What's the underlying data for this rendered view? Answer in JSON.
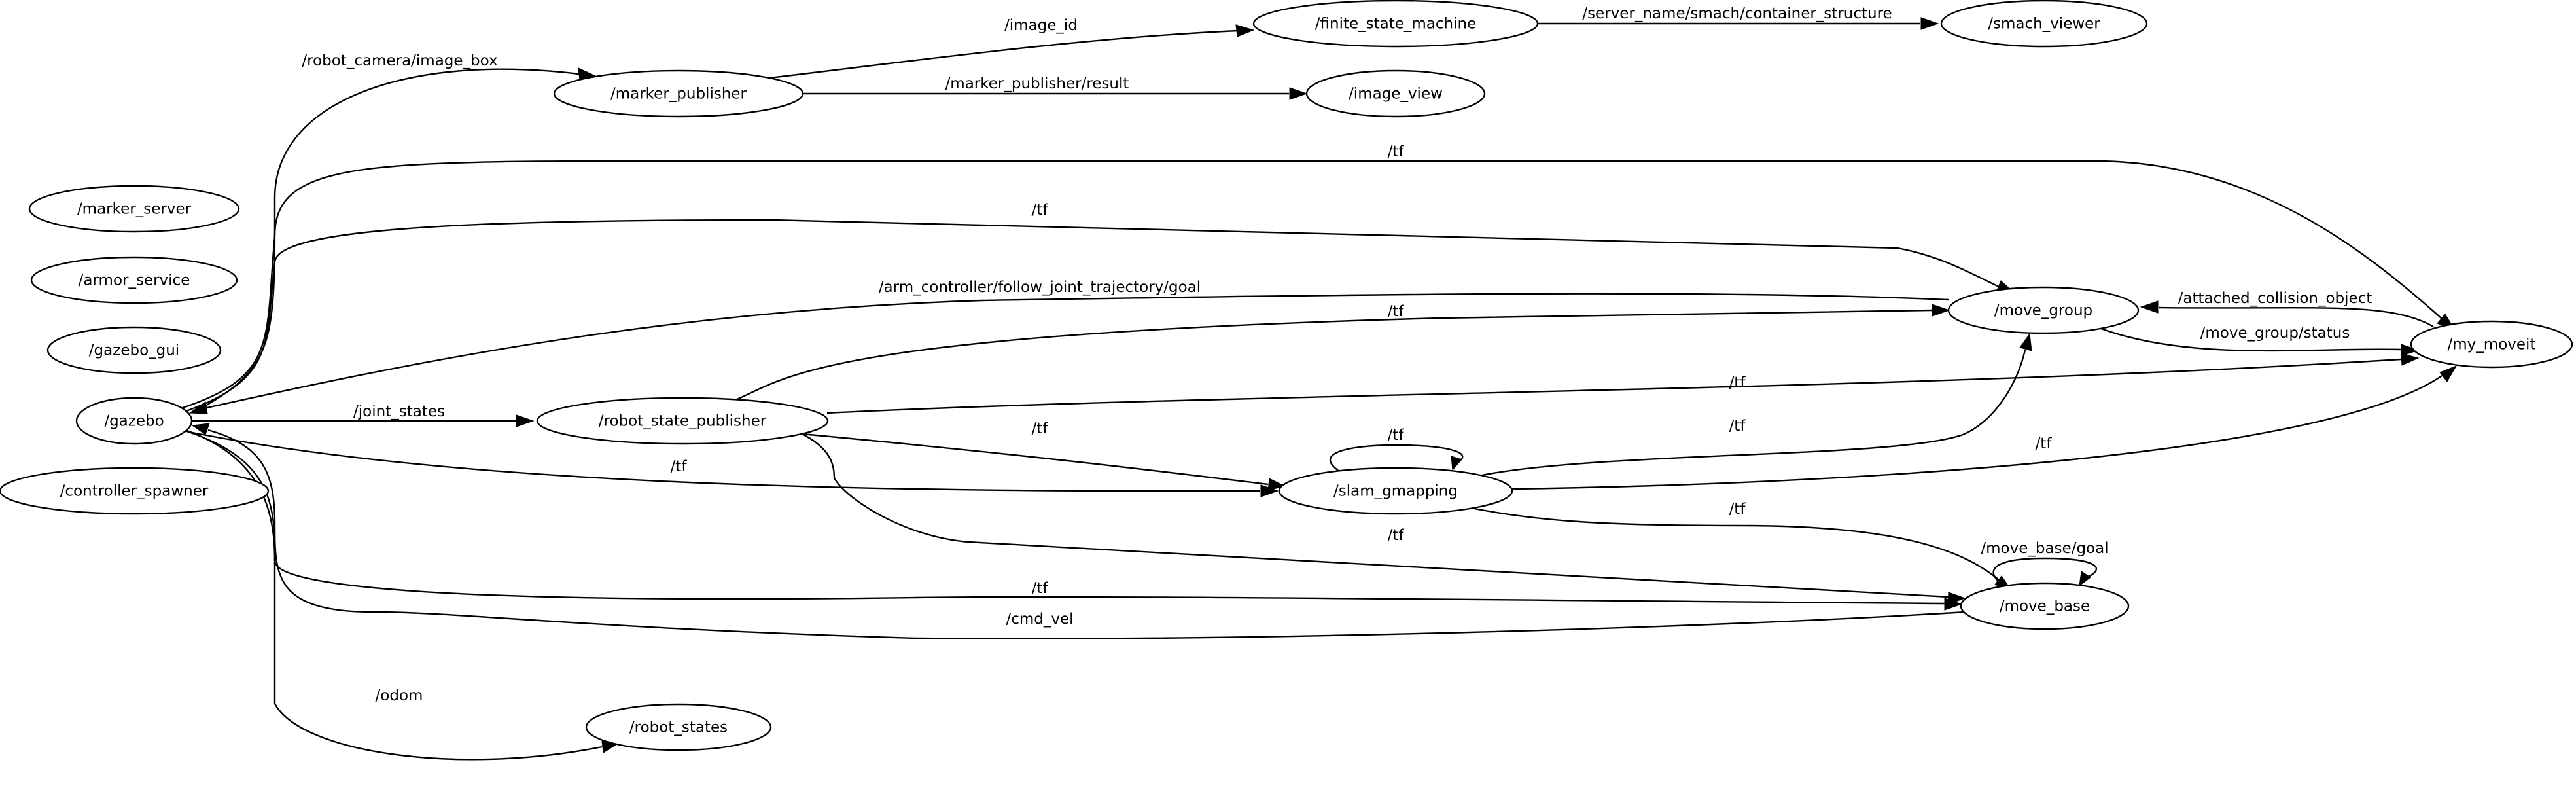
{
  "nodes": [
    {
      "id": "robot_state_publisher",
      "label": "/robot_state_publisher"
    },
    {
      "id": "gazebo",
      "label": "/gazebo"
    },
    {
      "id": "move_group",
      "label": "/move_group"
    },
    {
      "id": "my_moveit",
      "label": "/my_moveit"
    },
    {
      "id": "slam_gmapping",
      "label": "/slam_gmapping"
    },
    {
      "id": "move_base",
      "label": "/move_base"
    },
    {
      "id": "marker_publisher",
      "label": "/marker_publisher"
    },
    {
      "id": "finite_state_machine",
      "label": "/finite_state_machine"
    },
    {
      "id": "smach_viewer",
      "label": "/smach_viewer"
    },
    {
      "id": "image_view",
      "label": "/image_view"
    },
    {
      "id": "marker_server",
      "label": "/marker_server"
    },
    {
      "id": "armor_service",
      "label": "/armor_service"
    },
    {
      "id": "gazebo_gui",
      "label": "/gazebo_gui"
    },
    {
      "id": "controller_spawner",
      "label": "/controller_spawner"
    },
    {
      "id": "robot_states",
      "label": "/robot_states"
    }
  ],
  "edges": [
    {
      "from": "marker_publisher",
      "to": "finite_state_machine",
      "label": "/image_id"
    },
    {
      "from": "finite_state_machine",
      "to": "smach_viewer",
      "label": "/server_name/smach/container_structure"
    },
    {
      "from": "gazebo",
      "to": "marker_publisher",
      "label": "/robot_camera/image_box"
    },
    {
      "from": "marker_publisher",
      "to": "image_view",
      "label": "/marker_publisher/result"
    },
    {
      "from": "gazebo",
      "to": "my_moveit",
      "label": "/tf"
    },
    {
      "from": "gazebo",
      "to": "move_group",
      "label": "/tf"
    },
    {
      "from": "move_group",
      "to": "gazebo",
      "label": "/arm_controller/follow_joint_trajectory/goal"
    },
    {
      "from": "robot_state_publisher",
      "to": "move_group",
      "label": "/tf"
    },
    {
      "from": "my_moveit",
      "to": "move_group",
      "label": "/attached_collision_object"
    },
    {
      "from": "move_group",
      "to": "my_moveit",
      "label": "/move_group/status"
    },
    {
      "from": "robot_state_publisher",
      "to": "my_moveit",
      "label": "/tf"
    },
    {
      "from": "gazebo",
      "to": "robot_state_publisher",
      "label": "/joint_states"
    },
    {
      "from": "robot_state_publisher",
      "to": "slam_gmapping",
      "label": "/tf"
    },
    {
      "from": "slam_gmapping",
      "to": "slam_gmapping",
      "label": "/tf"
    },
    {
      "from": "slam_gmapping",
      "to": "move_group",
      "label": "/tf"
    },
    {
      "from": "slam_gmapping",
      "to": "my_moveit",
      "label": "/tf"
    },
    {
      "from": "gazebo",
      "to": "slam_gmapping",
      "label": "/tf"
    },
    {
      "from": "slam_gmapping",
      "to": "move_base",
      "label": "/tf"
    },
    {
      "from": "robot_state_publisher",
      "to": "move_base",
      "label": "/tf"
    },
    {
      "from": "move_base",
      "to": "move_base",
      "label": "/move_base/goal"
    },
    {
      "from": "gazebo",
      "to": "move_base",
      "label": "/tf"
    },
    {
      "from": "move_base",
      "to": "gazebo",
      "label": "/cmd_vel"
    },
    {
      "from": "gazebo",
      "to": "robot_states",
      "label": "/odom"
    }
  ]
}
